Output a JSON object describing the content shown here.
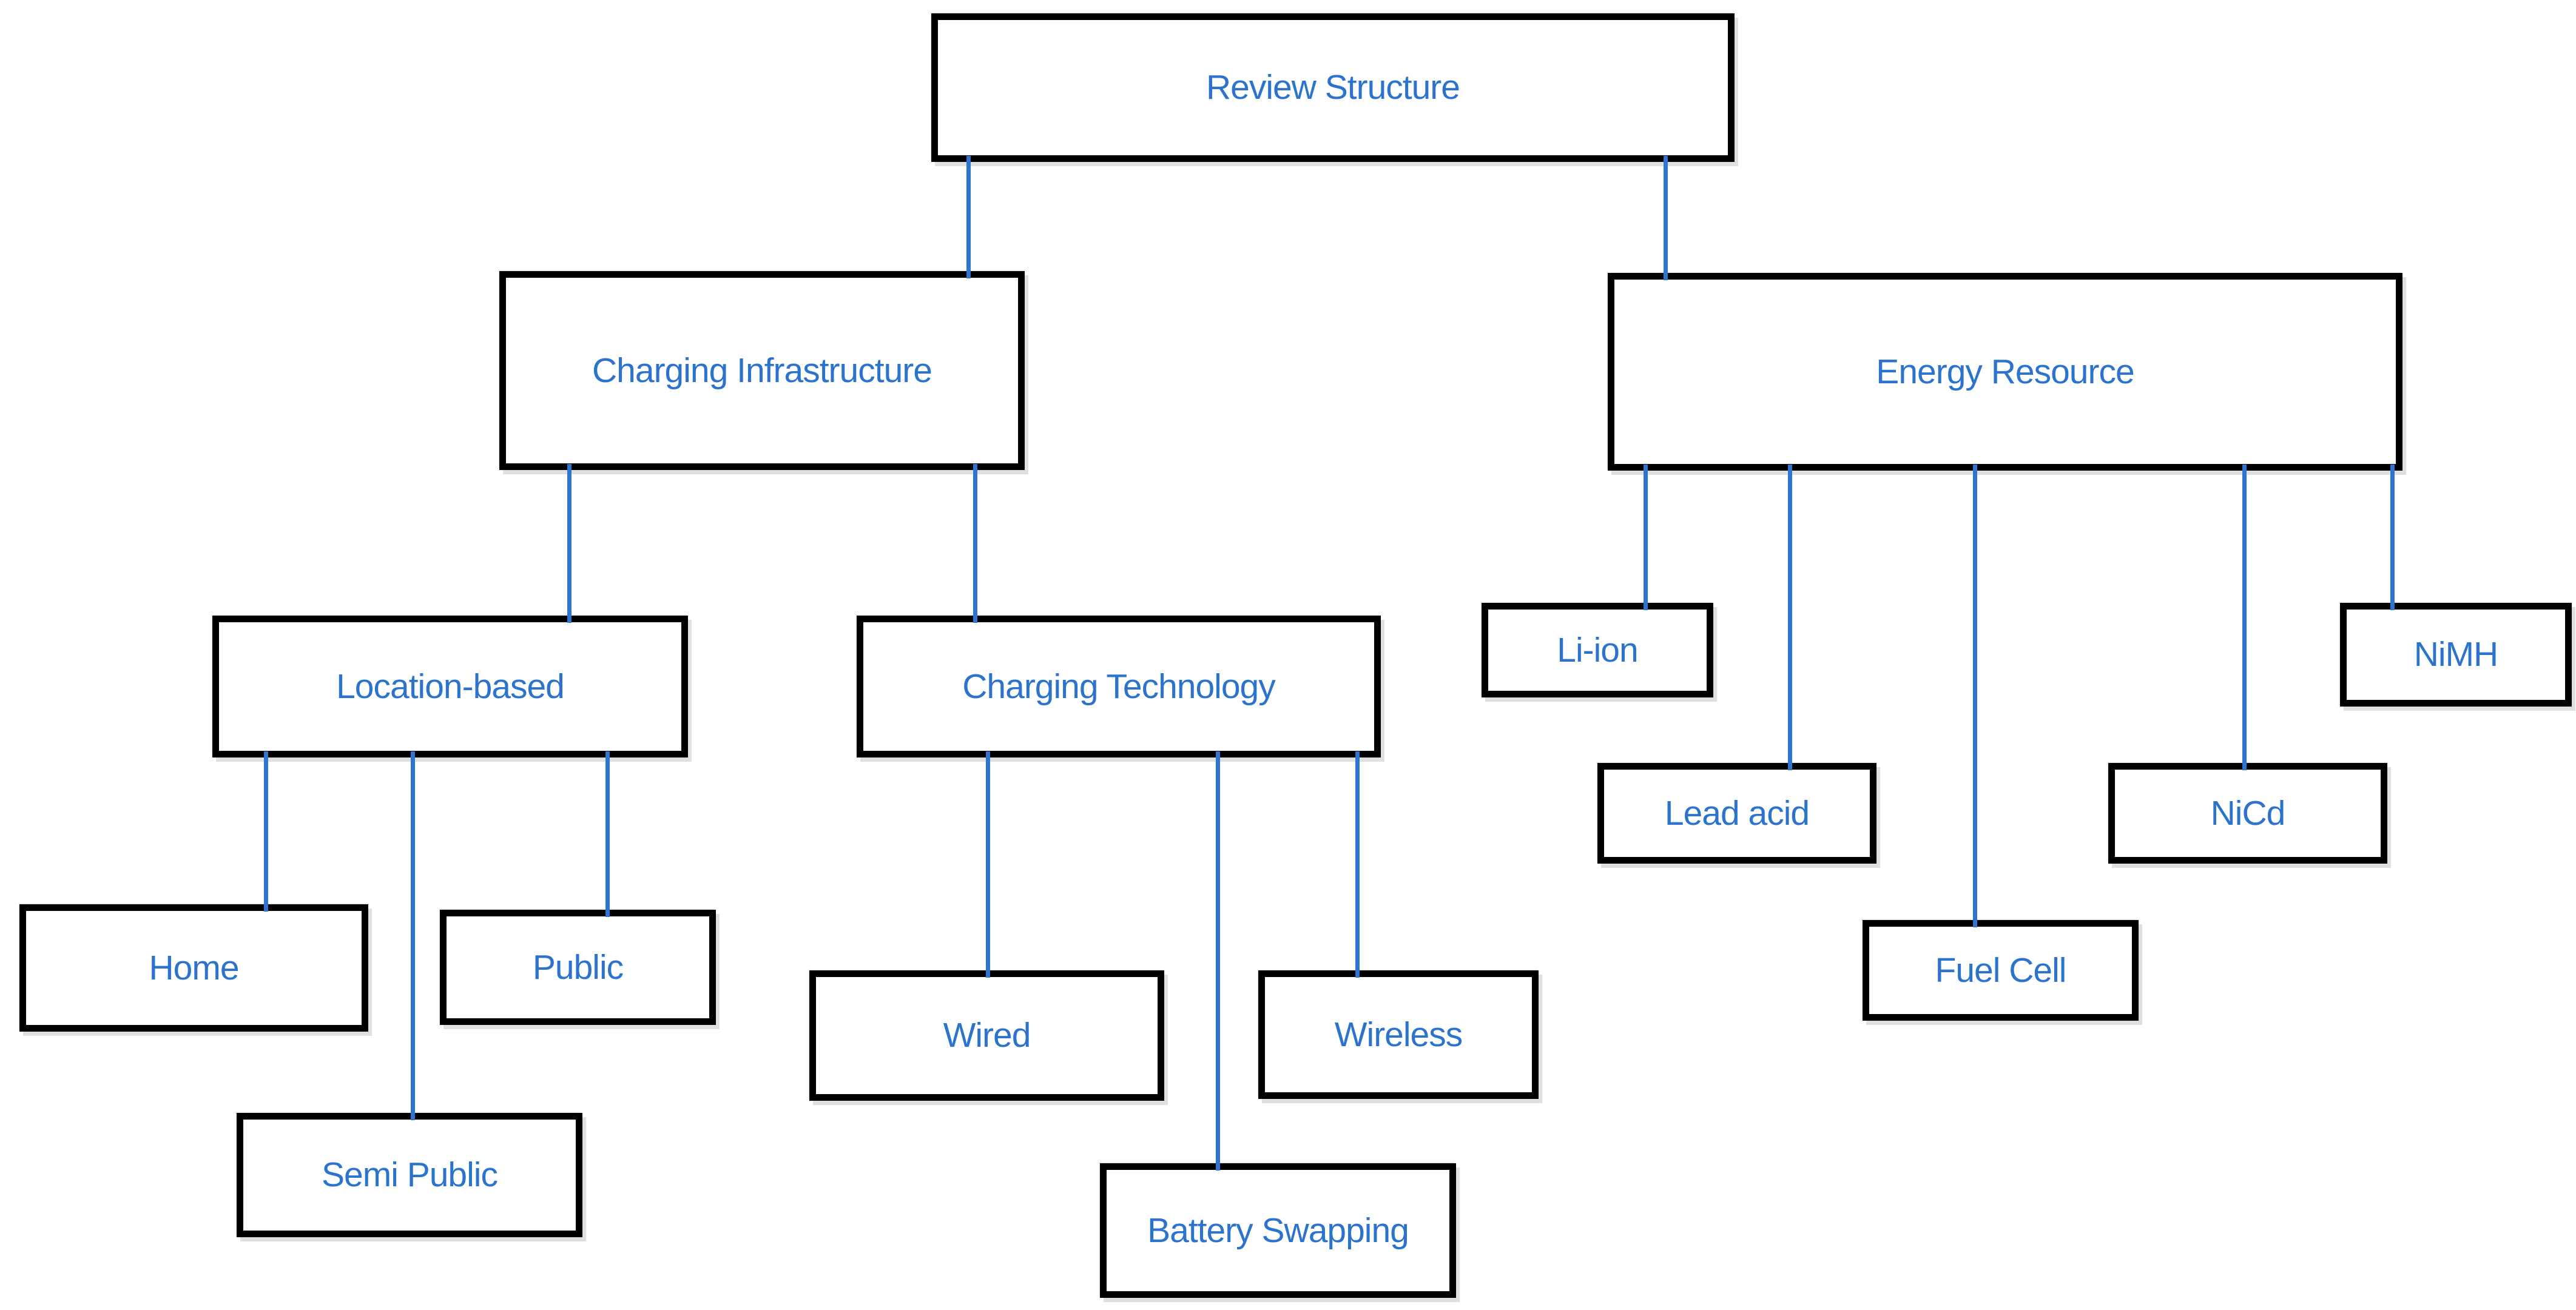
{
  "diagram": {
    "nodes": {
      "review-structure": "Review Structure",
      "charging-infrastructure": "Charging Infrastructure",
      "energy-resource": "Energy Resource",
      "location-based": "Location-based",
      "charging-technology": "Charging Technology",
      "home": "Home",
      "semi-public": "Semi Public",
      "public": "Public",
      "wired": "Wired",
      "battery-swapping": "Battery Swapping",
      "wireless": "Wireless",
      "li-ion": "Li-ion",
      "lead-acid": "Lead acid",
      "fuel-cell": "Fuel Cell",
      "nicd": "NiCd",
      "nimh": "NiMH"
    },
    "edges": [
      {
        "from": "review-structure",
        "to": "charging-infrastructure"
      },
      {
        "from": "review-structure",
        "to": "energy-resource"
      },
      {
        "from": "charging-infrastructure",
        "to": "location-based"
      },
      {
        "from": "charging-infrastructure",
        "to": "charging-technology"
      },
      {
        "from": "location-based",
        "to": "home"
      },
      {
        "from": "location-based",
        "to": "semi-public"
      },
      {
        "from": "location-based",
        "to": "public"
      },
      {
        "from": "charging-technology",
        "to": "wired"
      },
      {
        "from": "charging-technology",
        "to": "battery-swapping"
      },
      {
        "from": "charging-technology",
        "to": "wireless"
      },
      {
        "from": "energy-resource",
        "to": "li-ion"
      },
      {
        "from": "energy-resource",
        "to": "lead-acid"
      },
      {
        "from": "energy-resource",
        "to": "fuel-cell"
      },
      {
        "from": "energy-resource",
        "to": "nicd"
      },
      {
        "from": "energy-resource",
        "to": "nimh"
      }
    ],
    "colors": {
      "text": "#2b73cc",
      "connector": "#2e75d0",
      "node_border": "#000000",
      "node_fill": "#ffffff",
      "background": "#ffffff"
    }
  }
}
